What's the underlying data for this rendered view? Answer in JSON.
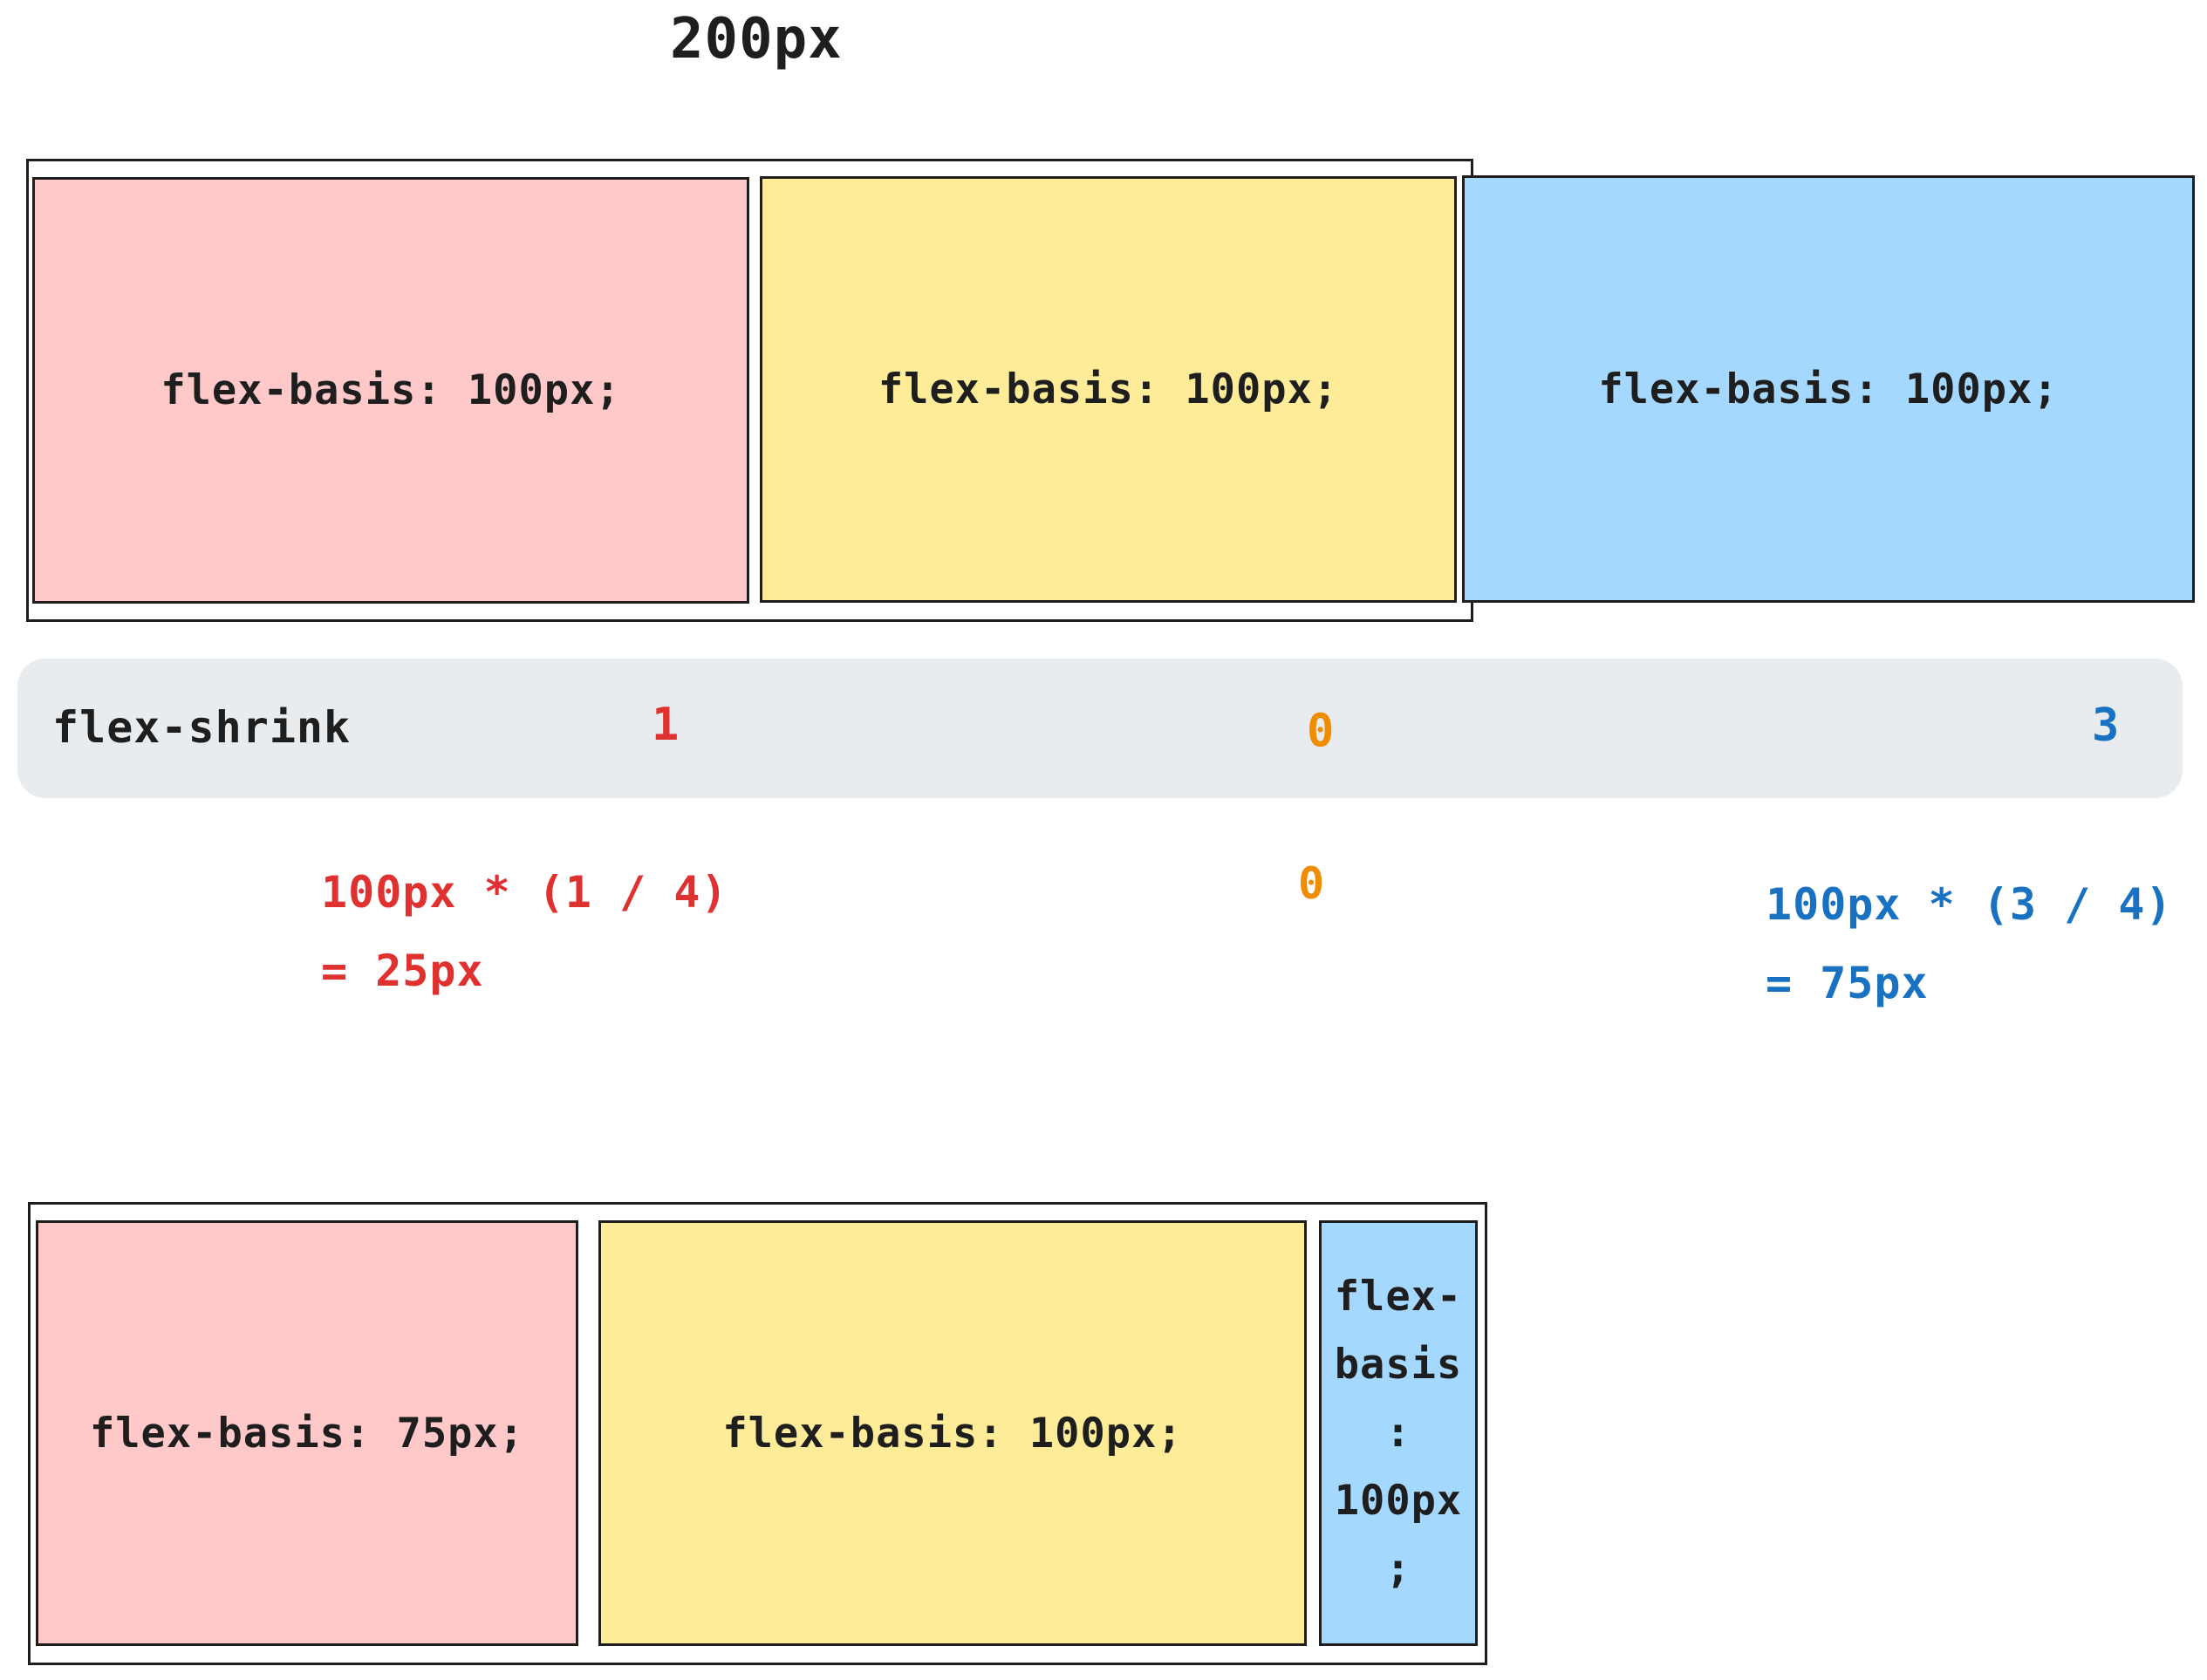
{
  "title": "200px",
  "colors": {
    "item_pink": "#ffc9c9",
    "item_yellow": "#ffec99",
    "item_blue": "#a5d8ff",
    "bar_gray": "#e9ecef",
    "accent_red": "#e03131",
    "accent_orange": "#f08c00",
    "accent_blue": "#1971c2",
    "stroke": "#1e1e1e"
  },
  "top_row": {
    "items": [
      {
        "label": "flex-basis: 100px;",
        "color": "#ffc9c9"
      },
      {
        "label": "flex-basis: 100px;",
        "color": "#ffec99"
      },
      {
        "label": "flex-basis: 100px;",
        "color": "#a5d8ff"
      }
    ]
  },
  "shrink_bar": {
    "label": "flex-shrink",
    "values": [
      {
        "text": "1",
        "color": "#e03131"
      },
      {
        "text": "0",
        "color": "#f08c00"
      },
      {
        "text": "3",
        "color": "#1971c2"
      }
    ]
  },
  "calculations": {
    "red": {
      "text": "100px * (1 / 4)\n= 25px",
      "color": "#e03131"
    },
    "orange": {
      "text": "0",
      "color": "#f08c00"
    },
    "blue": {
      "text": "100px * (3 / 4)\n= 75px",
      "color": "#1971c2"
    }
  },
  "bottom_row": {
    "items": [
      {
        "label": "flex-basis: 75px;",
        "color": "#ffc9c9"
      },
      {
        "label": "flex-basis: 100px;",
        "color": "#ffec99"
      },
      {
        "label": "flex-\nbasis\n:\n100px\n;",
        "color": "#a5d8ff"
      }
    ]
  }
}
